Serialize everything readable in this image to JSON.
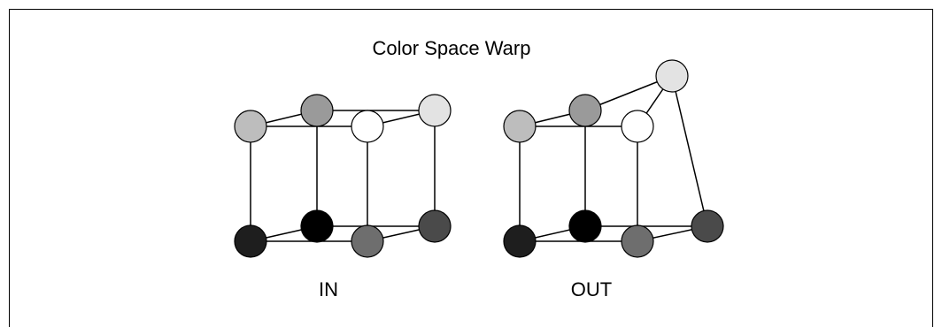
{
  "title": "Color Space Warp",
  "in_label": "IN",
  "out_label": "OUT",
  "node_colors": {
    "light_gray": "#bdbdbd",
    "mid_gray": "#9a9a9a",
    "white": "#ffffff",
    "very_light_gray": "#e3e3e3",
    "near_black": "#1e1e1e",
    "black": "#000000",
    "dark_gray": "#6e6e6e",
    "darker_gray": "#4a4a4a"
  }
}
